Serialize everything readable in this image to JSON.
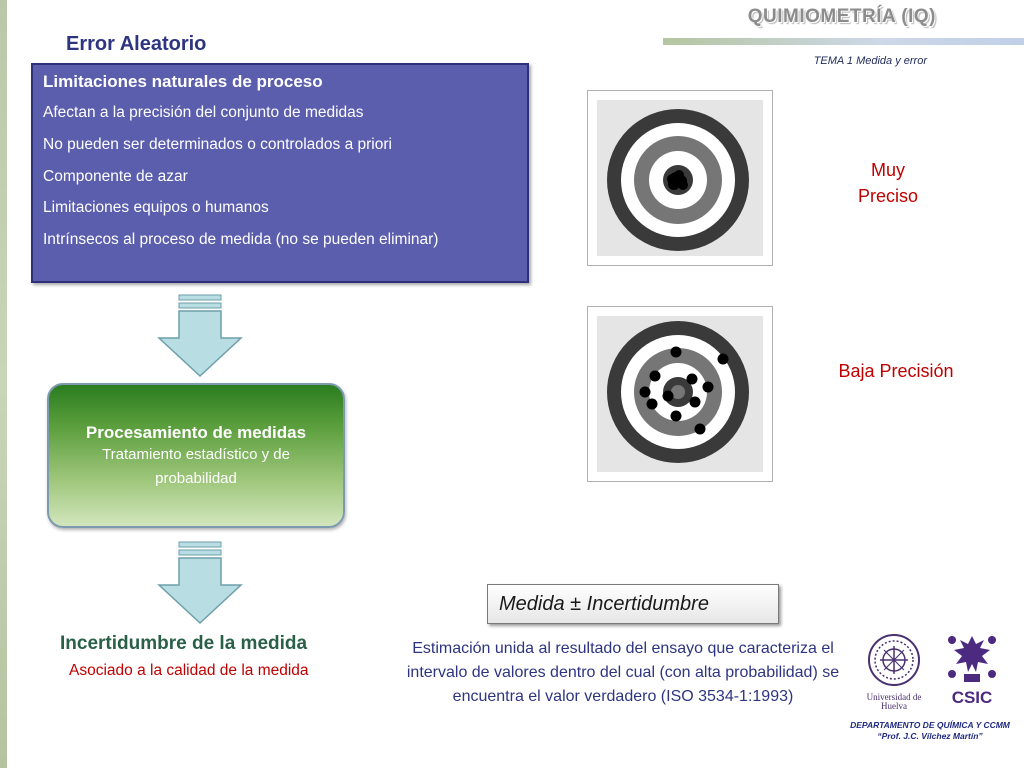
{
  "header": {
    "course": "QUIMIOMETRÍA (IQ)",
    "topic": "TEMA 1 Medida y error",
    "title": "Error Aleatorio"
  },
  "limitations": {
    "title": "Limitaciones naturales de proceso",
    "items": [
      "Afectan a la precisión del conjunto de medidas",
      "No pueden ser determinados o controlados a priori",
      "Componente de azar",
      "Limitaciones equipos o humanos",
      "Intrínsecos al proceso de medida (no se pueden eliminar)"
    ]
  },
  "processing": {
    "title": "Procesamiento de medidas",
    "subtitle": "Tratamiento estadístico y de probabilidad"
  },
  "uncertainty": {
    "title": "Incertidumbre de la medida",
    "subtitle": "Asociado a la calidad de la medida"
  },
  "targets": [
    {
      "label_line1": "Muy",
      "label_line2": "Preciso"
    },
    {
      "label": "Baja Precisión"
    }
  ],
  "formula": "Medida ± Incertidumbre",
  "description": "Estimación unida al resultado del ensayo que caracteriza el intervalo de valores dentro del cual (con alta probabilidad) se encuentra el valor verdadero (ISO 3534-1:1993)",
  "logos": {
    "university": "Universidad de Huelva",
    "csic": "CSIC"
  },
  "footer": {
    "line1": "DEPARTAMENTO DE QUÍMICA Y CCMM",
    "line2": "“Prof. J.C. Vílchez Martín”"
  },
  "colors": {
    "title_blue": "#2e3580",
    "box_purple": "#5b5dad",
    "red_text": "#c00000",
    "green_title": "#2a6048"
  }
}
